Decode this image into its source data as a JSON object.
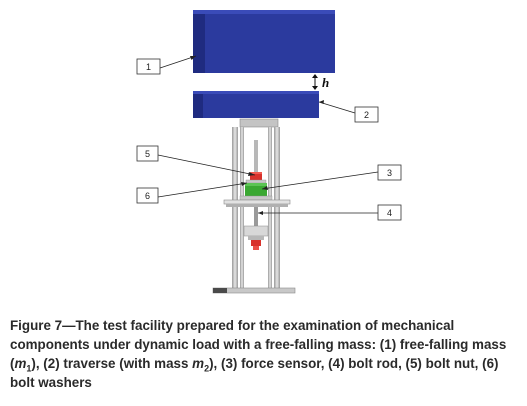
{
  "diagram": {
    "callouts": [
      "1",
      "2",
      "3",
      "4",
      "5",
      "6"
    ],
    "gap_label": "h",
    "colors": {
      "mass": "#2b3a9e",
      "mass_dark": "#1f2b80",
      "frame": "#c4c4c4",
      "frame_dark": "#8a8a8a",
      "sensor": "#3aa832",
      "nut": "#d8322c"
    }
  },
  "caption": {
    "figure_label": "Figure 7",
    "dash": "—",
    "text_1": "The test facility prepared for the examination of mechanical components under dynamic load with a free-falling mass: (1) free-falling mass (",
    "m1": "m",
    "m1_sub": "1",
    "text_2": "), (2) traverse (with mass ",
    "m2": "m",
    "m2_sub": "2",
    "text_3": "), (3) force sensor, (4) bolt rod, (5) bolt nut, (6) bolt washers"
  }
}
